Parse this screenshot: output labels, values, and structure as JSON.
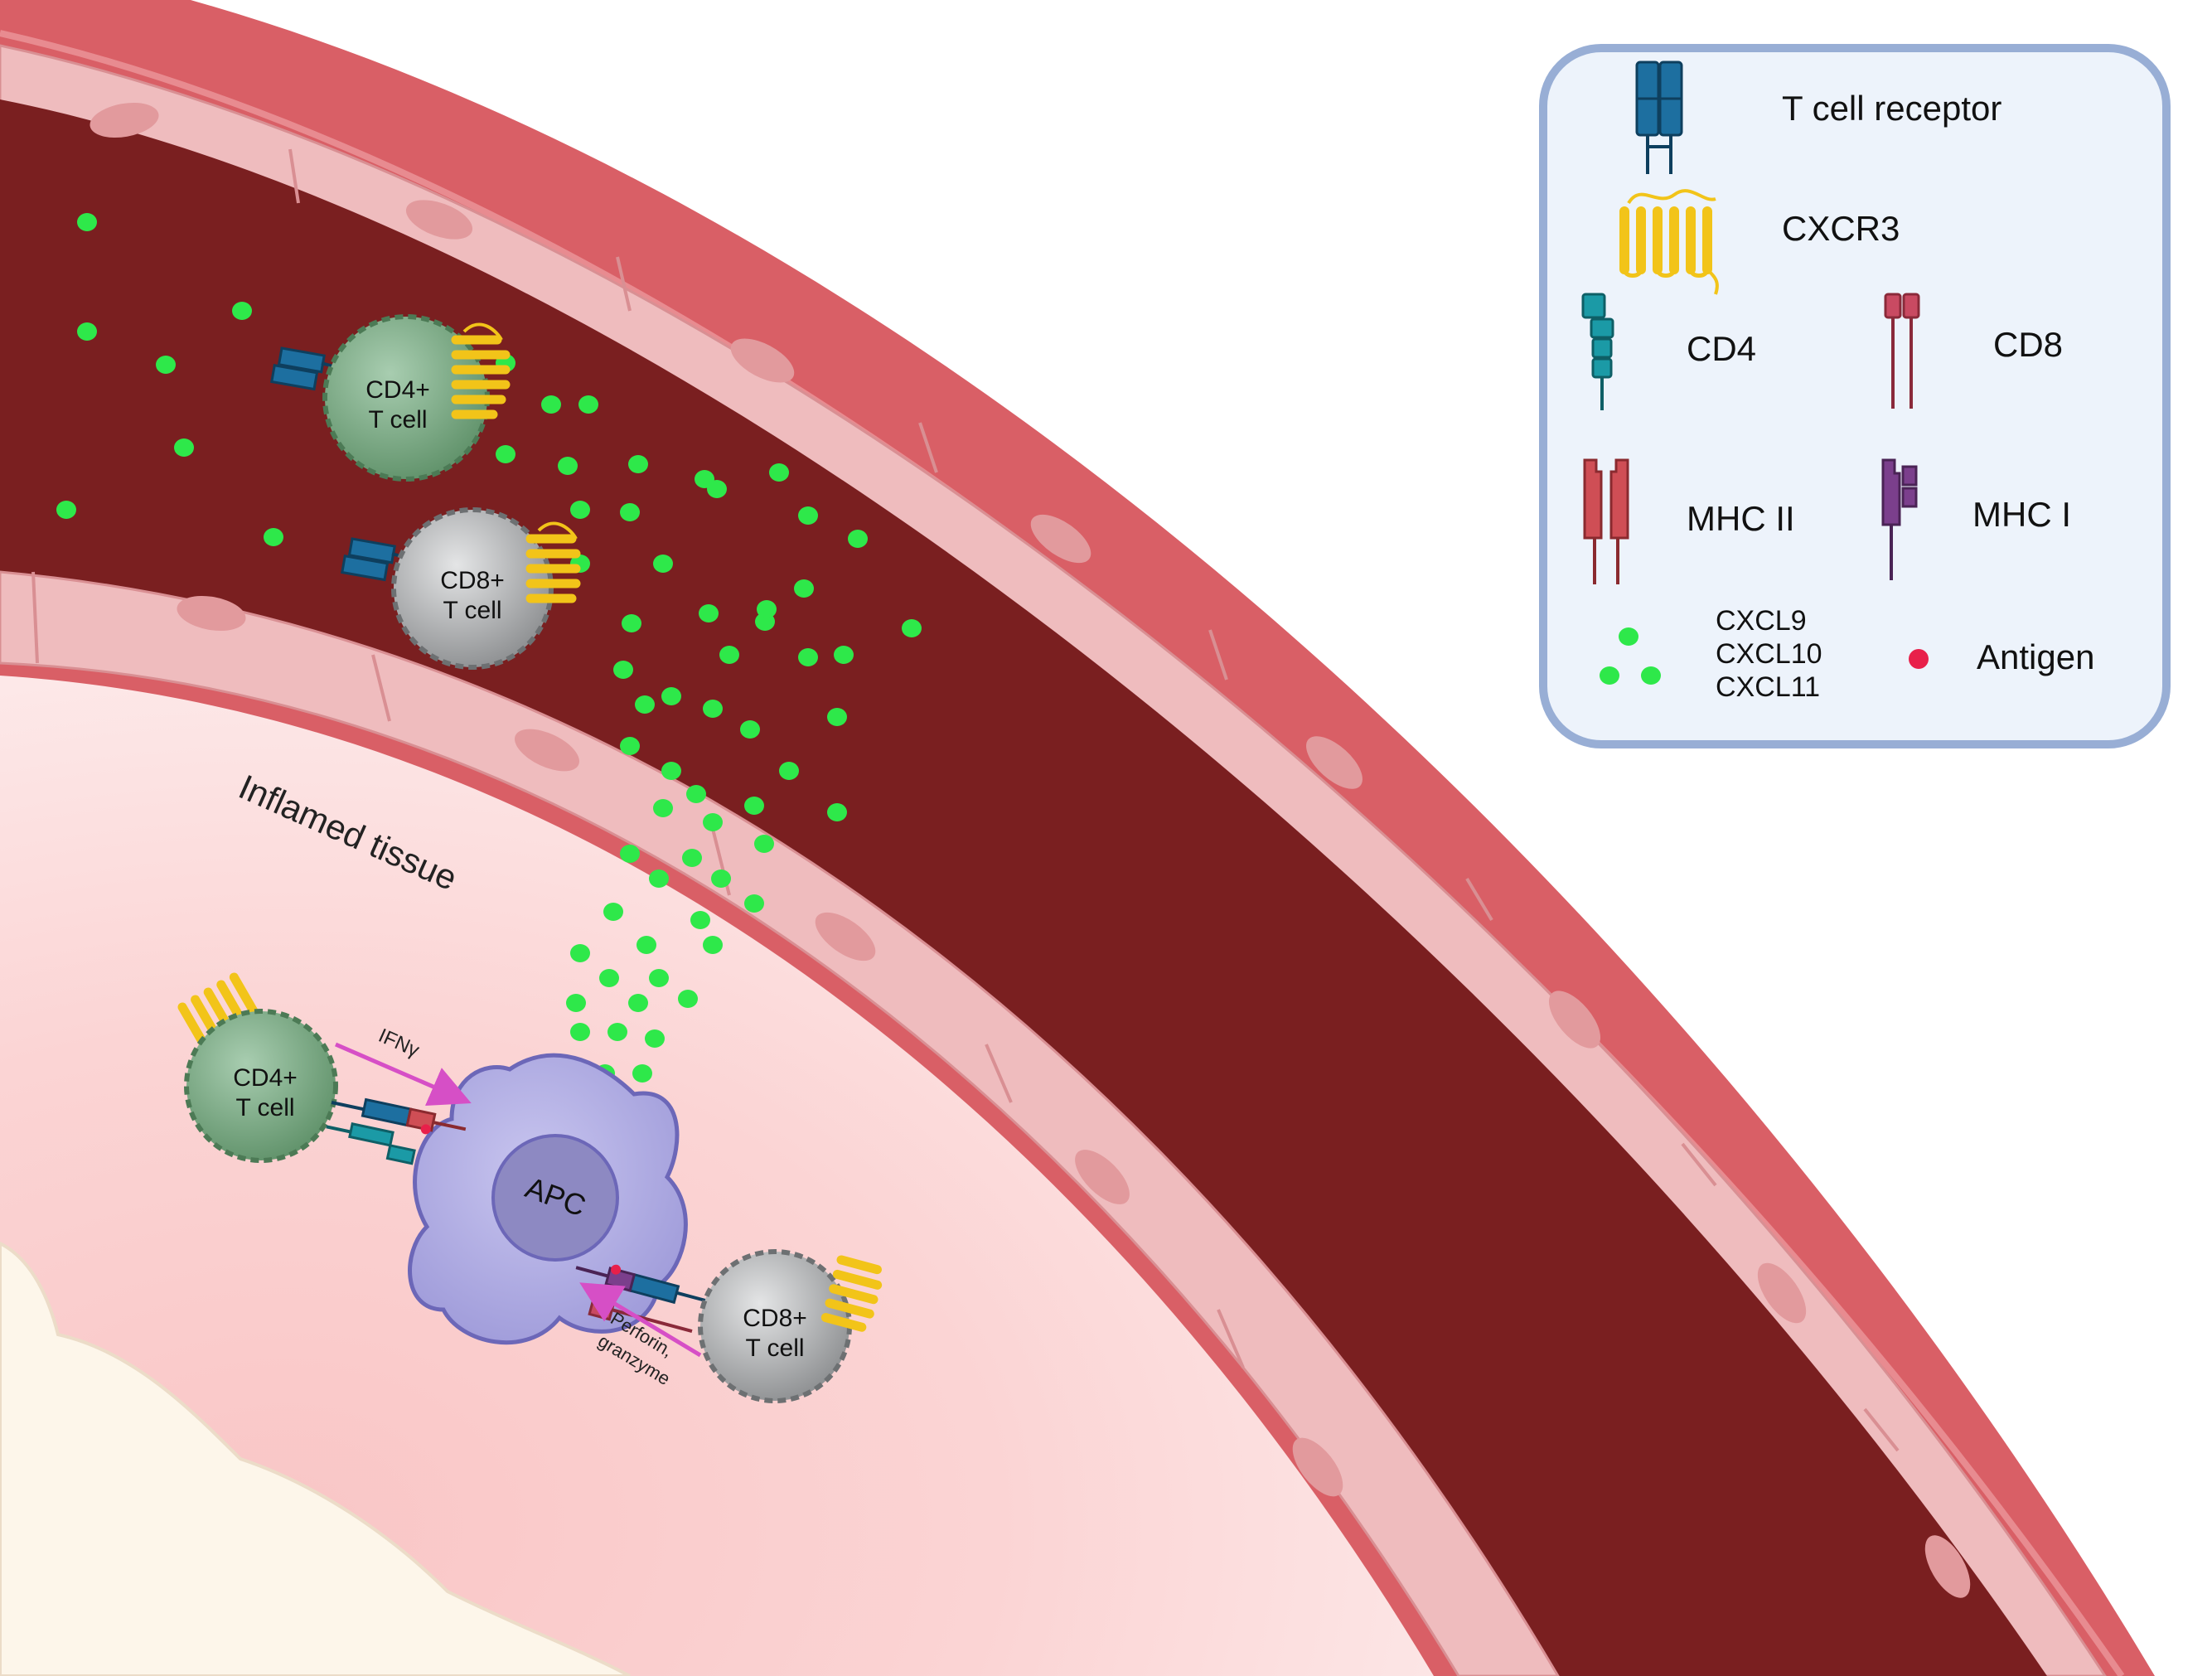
{
  "labels": {
    "inflamed_tissue": "Inflamed tissue",
    "ifng": "IFNγ",
    "perforin_line1": "Perforin,",
    "perforin_line2": "granzyme",
    "apc": "APC",
    "cd4_line1": "CD4+",
    "cd8_line1": "CD8+",
    "tcell_line2": "T cell"
  },
  "legend": {
    "tcr": "T cell receptor",
    "cxcr3": "CXCR3",
    "cd4": "CD4",
    "cd8": "CD8",
    "mhc2": "MHC II",
    "mhc1": "MHC I",
    "cxcl9": "CXCL9",
    "cxcl10": "CXCL10",
    "cxcl11": "CXCL11",
    "antigen": "Antigen"
  },
  "colors": {
    "vessel_wall": "#d95f66",
    "lumen": "#7a1f20",
    "endothelium": "#efbcbe",
    "nucleus": "#e29a9d",
    "tissue": "#fbdddd",
    "tissue_core": "#fdf6ea",
    "chemokine": "#2ee84a",
    "cd4_cell": "#7fae86",
    "cd8_cell": "#b9bbbd",
    "apc_cell": "#b7b4e4",
    "tcr": "#1d6fa0",
    "cxcr3": "#f2c419",
    "cd4_marker": "#1b9aa6",
    "cd8_marker": "#c94a62",
    "mhc2": "#cf4e55",
    "mhc1": "#7b3f8c",
    "antigen": "#e8204a",
    "arrow": "#d64fc6",
    "legend_bg": "#edf3fb",
    "legend_border": "#98aed5"
  },
  "icons": [
    "tcr-icon",
    "cxcr3-icon",
    "cd4-icon",
    "cd8-icon",
    "mhc2-icon",
    "mhc1-icon",
    "chemokine-icon",
    "antigen-icon"
  ]
}
